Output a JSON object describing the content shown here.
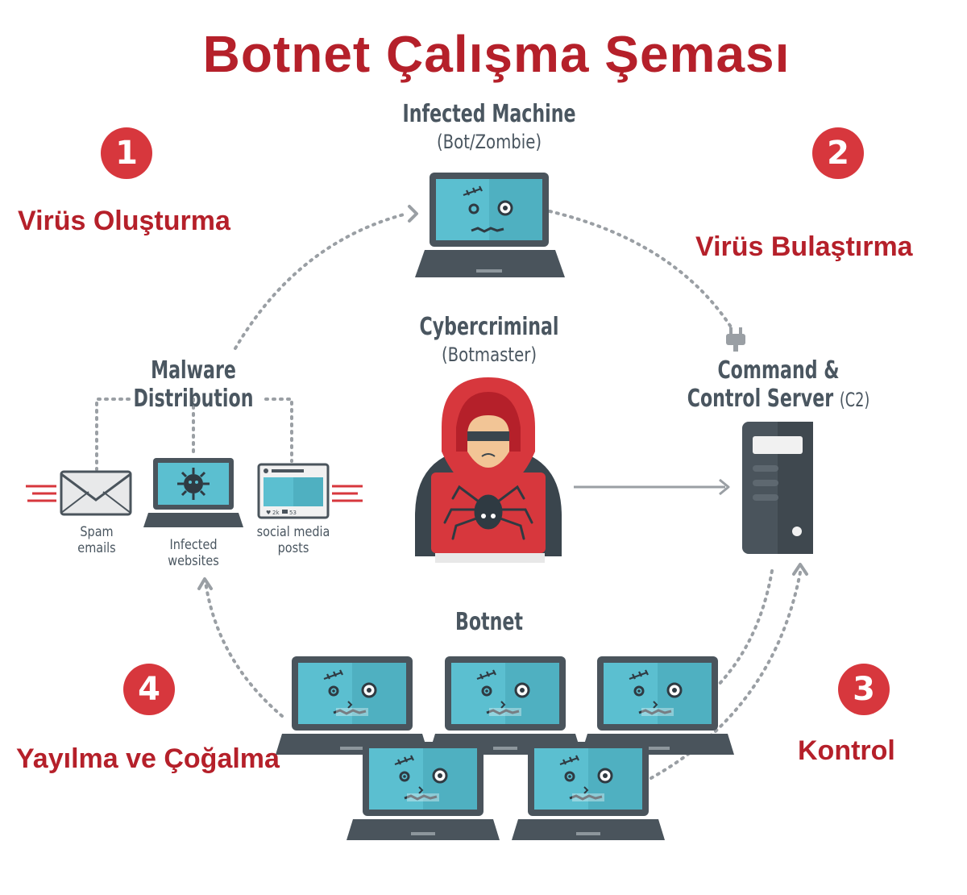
{
  "title": "Botnet Çalışma Şeması",
  "steps": [
    {
      "number": "1",
      "label": "Virüs Oluşturma"
    },
    {
      "number": "2",
      "label": "Virüs Bulaştırma"
    },
    {
      "number": "3",
      "label": "Kontrol"
    },
    {
      "number": "4",
      "label": "Yayılma ve Çoğalma"
    }
  ],
  "nodes": {
    "infected_machine": {
      "title": "Infected Machine",
      "subtitle": "(Bot/Zombie)"
    },
    "cybercriminal": {
      "title": "Cybercriminal",
      "subtitle": "(Botmaster)"
    },
    "c2": {
      "line1": "Command &",
      "line2": "Control Server",
      "suffix": "(C2)"
    },
    "malware": {
      "line1": "Malware",
      "line2": "Distribution"
    },
    "botnet": {
      "title": "Botnet"
    }
  },
  "malware_items": [
    {
      "line1": "Spam",
      "line2": "emails"
    },
    {
      "line1": "Infected",
      "line2": "websites"
    },
    {
      "line1": "social media",
      "line2": "posts"
    }
  ],
  "social_stats": {
    "likes": "2k",
    "comments": "53"
  },
  "colors": {
    "accent": "#b5202a",
    "badge": "#d7373d",
    "screen": "#5bbfd0",
    "dark": "#4a545c",
    "dots": "#9a9fa4"
  }
}
